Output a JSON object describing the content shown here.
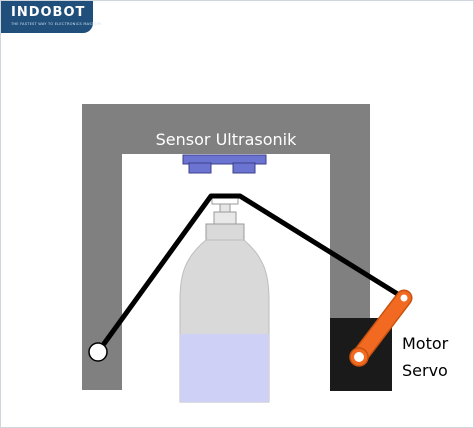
{
  "brand": {
    "name": "INDOBOT",
    "tagline": "THE FASTEST WAY TO ELECTRONICS MASTERY"
  },
  "labels": {
    "sensor": "Sensor Ultrasonik",
    "motor_line1": "Motor",
    "motor_line2": "Servo"
  },
  "colors": {
    "frame_gray": "#808080",
    "sensor_blue": "#6c74d2",
    "liquid": "#cfd0f5",
    "servo_arm": "#f26a21",
    "servo_body": "#1a1a1a",
    "logo_bg": "#1f4f7a"
  }
}
